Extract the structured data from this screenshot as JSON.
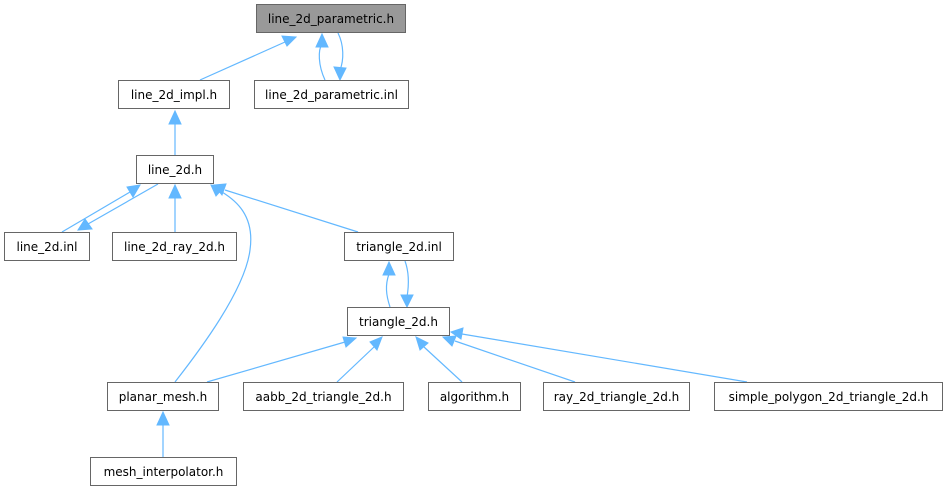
{
  "diagram": {
    "type": "include-dependency-graph",
    "edge_color": "#63b8ff",
    "node_border_color": "#666666",
    "root_fill": "#999999",
    "nodes": {
      "root": "line_2d_parametric.h",
      "impl": "line_2d_impl.h",
      "pinl": "line_2d_parametric.inl",
      "l2d": "line_2d.h",
      "l2dinl": "line_2d.inl",
      "ray": "line_2d_ray_2d.h",
      "tinl": "triangle_2d.inl",
      "t2d": "triangle_2d.h",
      "pm": "planar_mesh.h",
      "aabb": "aabb_2d_triangle_2d.h",
      "alg": "algorithm.h",
      "ray2": "ray_2d_triangle_2d.h",
      "spoly": "simple_polygon_2d_triangle_2d.h",
      "mi": "mesh_interpolator.h"
    },
    "edges": [
      {
        "from": "impl",
        "to": "root"
      },
      {
        "from": "pinl",
        "to": "root"
      },
      {
        "from": "root",
        "to": "pinl"
      },
      {
        "from": "l2d",
        "to": "impl"
      },
      {
        "from": "l2dinl",
        "to": "l2d"
      },
      {
        "from": "l2d",
        "to": "l2dinl"
      },
      {
        "from": "ray",
        "to": "l2d"
      },
      {
        "from": "tinl",
        "to": "l2d"
      },
      {
        "from": "pm",
        "to": "l2d"
      },
      {
        "from": "t2d",
        "to": "tinl"
      },
      {
        "from": "tinl",
        "to": "t2d"
      },
      {
        "from": "pm",
        "to": "t2d"
      },
      {
        "from": "aabb",
        "to": "t2d"
      },
      {
        "from": "alg",
        "to": "t2d"
      },
      {
        "from": "ray2",
        "to": "t2d"
      },
      {
        "from": "spoly",
        "to": "t2d"
      },
      {
        "from": "mi",
        "to": "pm"
      }
    ]
  }
}
